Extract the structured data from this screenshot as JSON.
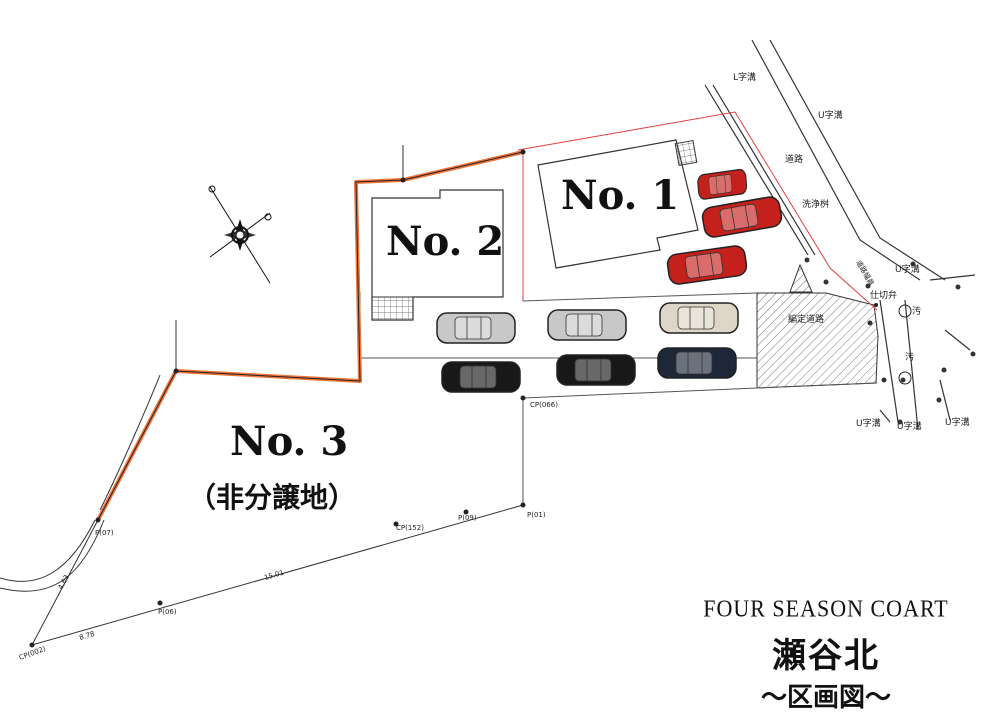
{
  "lots": {
    "lot1": "No. 1",
    "lot2": "No. 2",
    "lot3": "No. 3",
    "lot3_note": "（非分譲地）"
  },
  "annotations": {
    "road": "道路",
    "l_ditch": "L字溝",
    "u_ditch": "U字溝",
    "drain": "洗浄桝",
    "private_road": "編定道路",
    "shikiri": "仕切弁",
    "sewer": "汚",
    "road_width": "道路幅員",
    "cp_a": "CP(066)",
    "cp_b": "CP(152)",
    "cp_c": "CP(002)",
    "p_a": "P(07)",
    "p_b": "P(01)",
    "p_c": "P(09)",
    "p_d": "P(06)",
    "dist_a": "15.01",
    "dist_b": "8.78",
    "dist_c": "4.63"
  },
  "title": {
    "english": "FOUR SEASON COART",
    "japanese": "瀬谷北",
    "subtitle": "～区画図～"
  },
  "colors": {
    "boundary": "#f0743a",
    "red_line": "#e04040",
    "car_red": "#c4201c",
    "car_silver": "#c8c8c8",
    "car_black": "#181818",
    "car_navy": "#1e2738",
    "car_beige": "#ded6c6"
  }
}
